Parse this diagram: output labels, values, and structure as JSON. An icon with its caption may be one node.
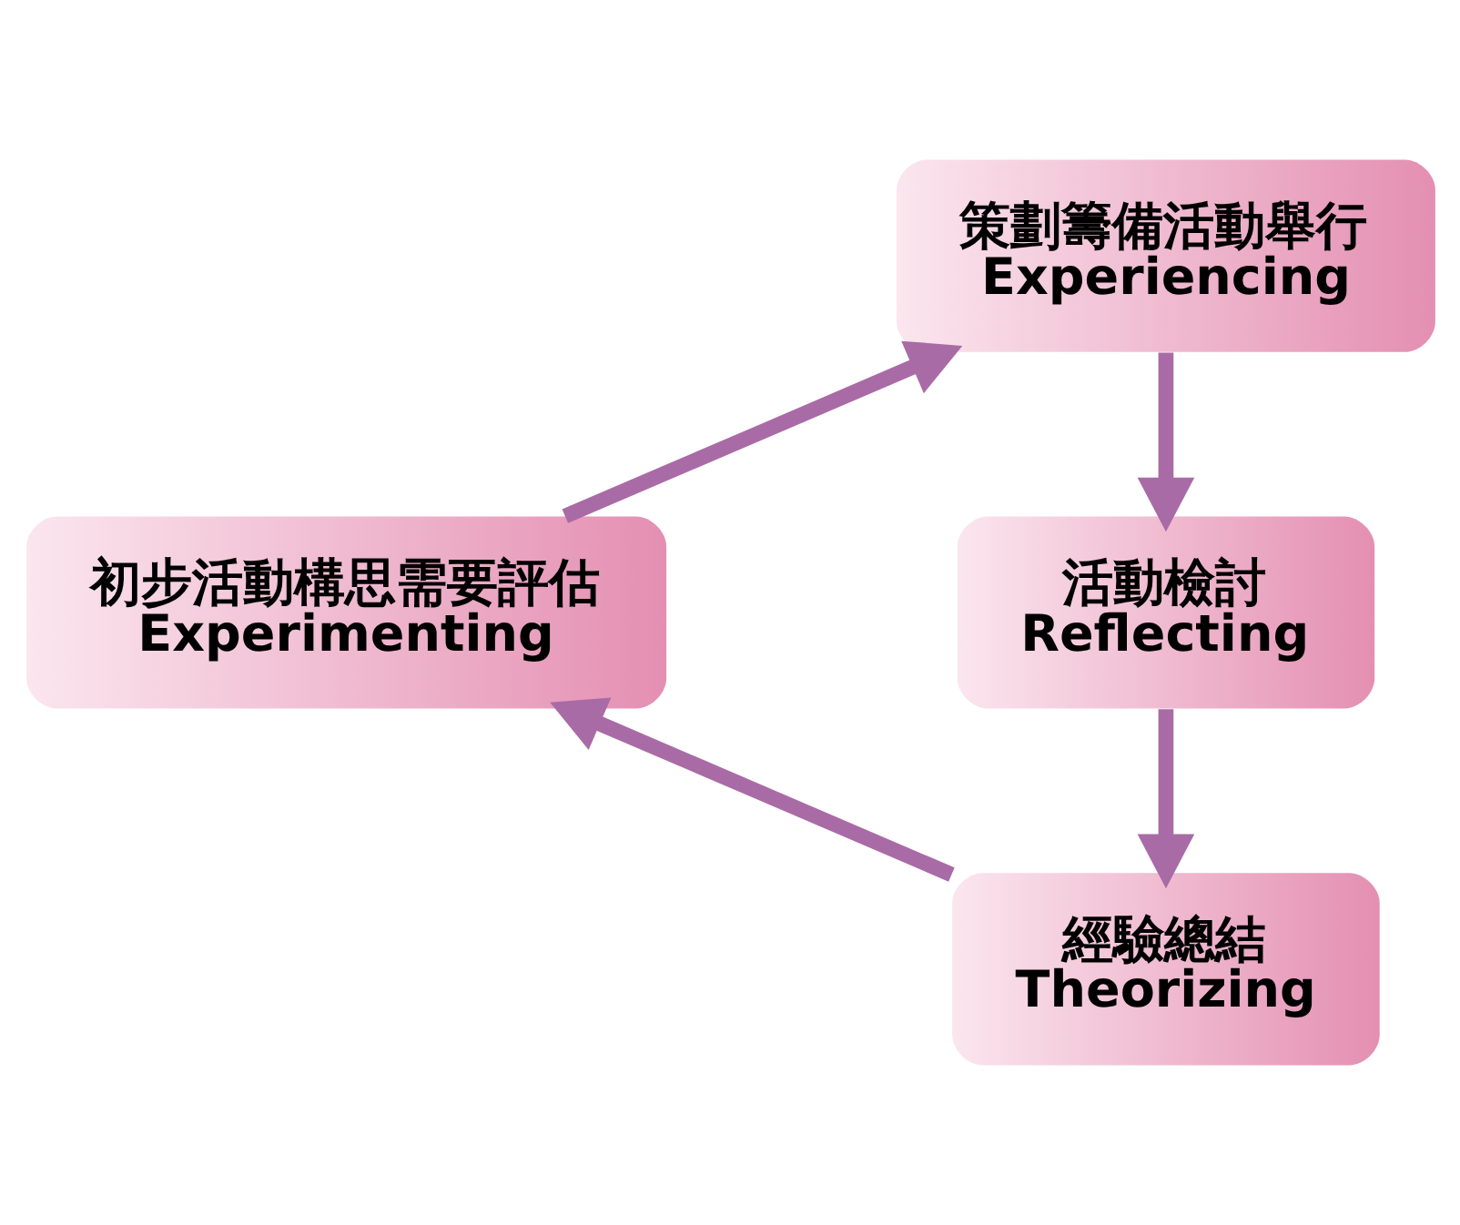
{
  "diagram": {
    "nodes": [
      {
        "text": [
          "策劃籌備活動舉行",
          "Experiencing"
        ]
      },
      {
        "text": [
          "活動檢討",
          "Reflecting"
        ]
      },
      {
        "text": [
          "經驗總結",
          "Theorizing"
        ]
      },
      {
        "text": [
          "初步活動構思需要評估",
          "Experimenting"
        ]
      }
    ],
    "edges": [
      {
        "from": 0,
        "to": 1,
        "arrow": "to"
      },
      {
        "from": 1,
        "to": 2,
        "arrow": "to"
      },
      {
        "from": 2,
        "to": 3,
        "arrow": "to"
      },
      {
        "from": 3,
        "to": 0,
        "arrow": "to"
      }
    ]
  }
}
